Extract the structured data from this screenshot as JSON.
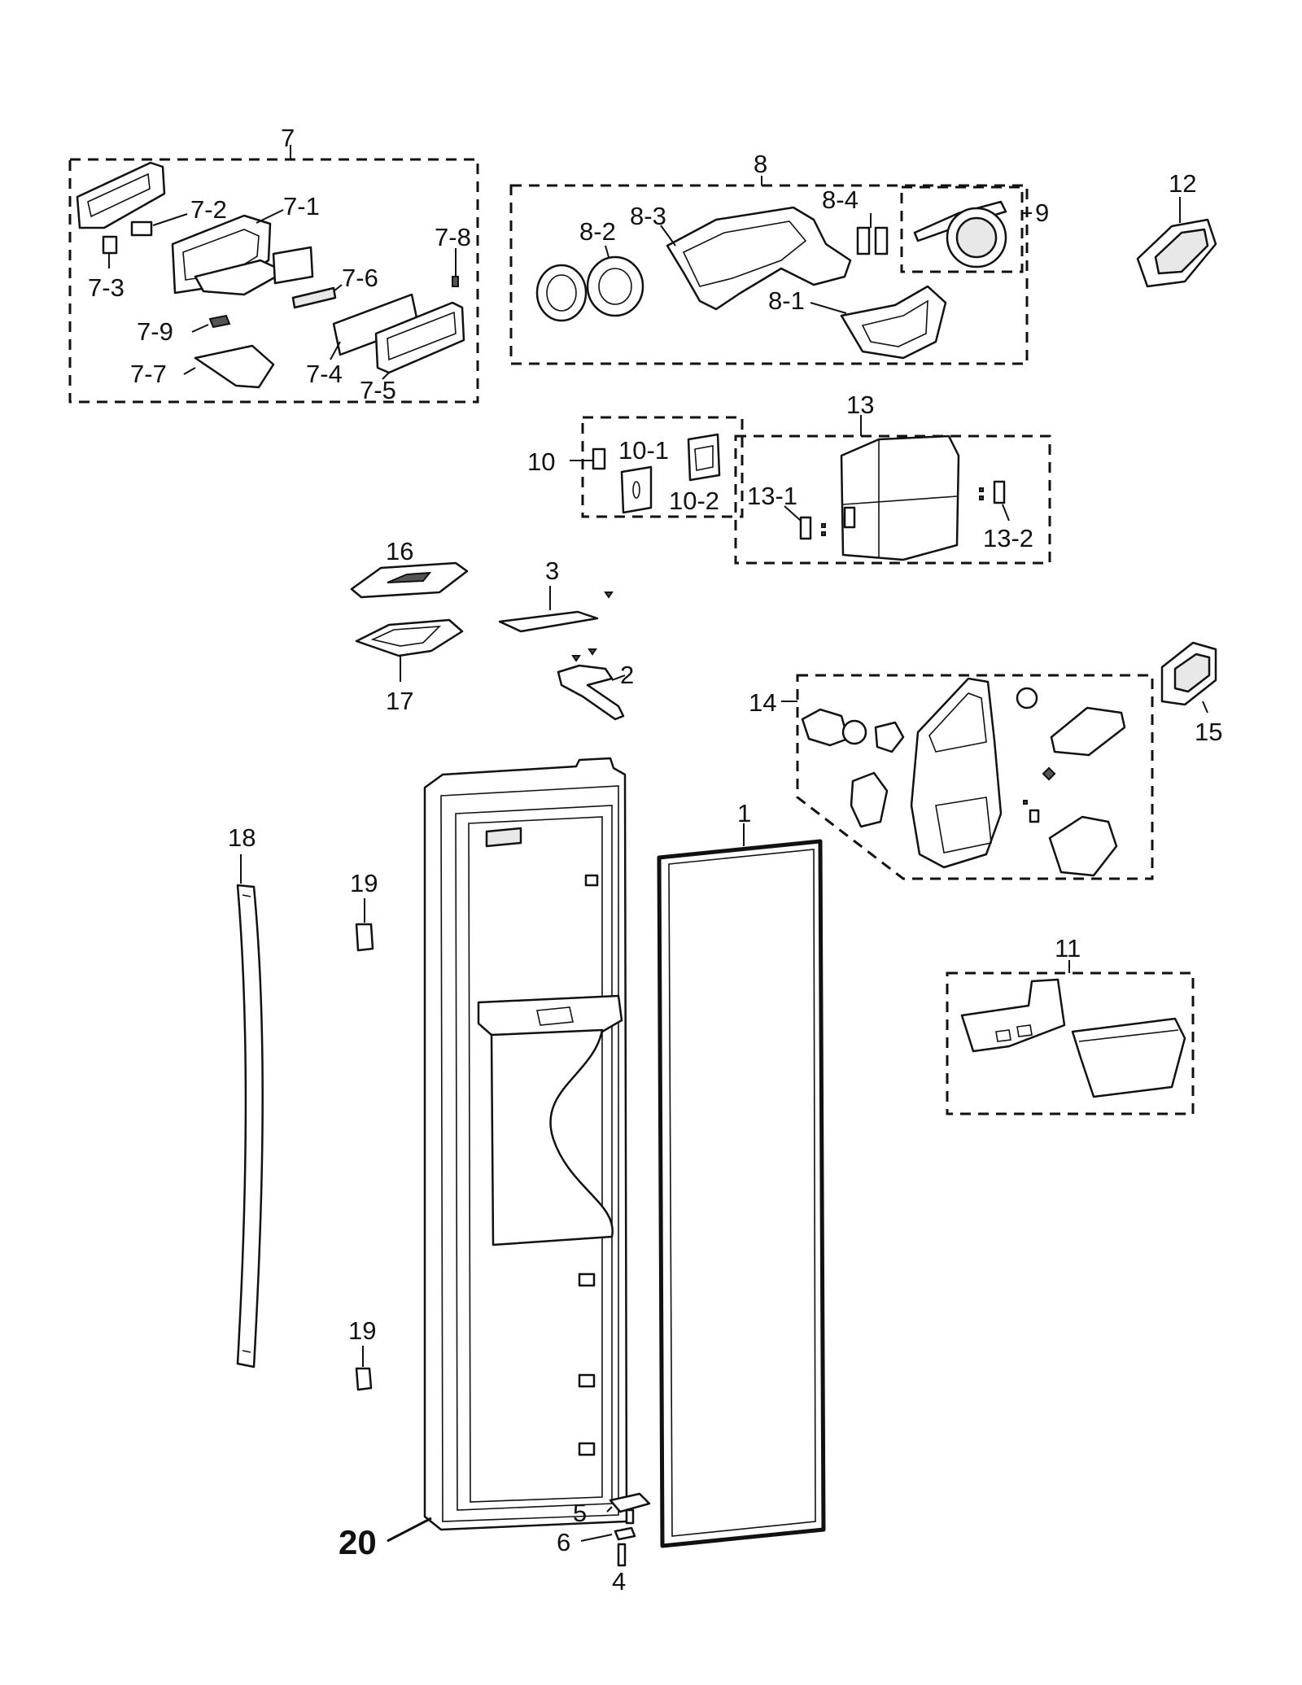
{
  "labels": {
    "l1": "1",
    "l2": "2",
    "l3": "3",
    "l4": "4",
    "l5": "5",
    "l6": "6",
    "l7": "7",
    "l7_1": "7-1",
    "l7_2": "7-2",
    "l7_3": "7-3",
    "l7_4": "7-4",
    "l7_5": "7-5",
    "l7_6": "7-6",
    "l7_7": "7-7",
    "l7_8": "7-8",
    "l7_9": "7-9",
    "l8": "8",
    "l8_1": "8-1",
    "l8_2": "8-2",
    "l8_3": "8-3",
    "l8_4": "8-4",
    "l9": "9",
    "l10": "10",
    "l10_1": "10-1",
    "l10_2": "10-2",
    "l11": "11",
    "l12": "12",
    "l13": "13",
    "l13_1": "13-1",
    "l13_2": "13-2",
    "l14": "14",
    "l15": "15",
    "l16": "16",
    "l17": "17",
    "l18": "18",
    "l19a": "19",
    "l19b": "19",
    "l20": "20"
  }
}
